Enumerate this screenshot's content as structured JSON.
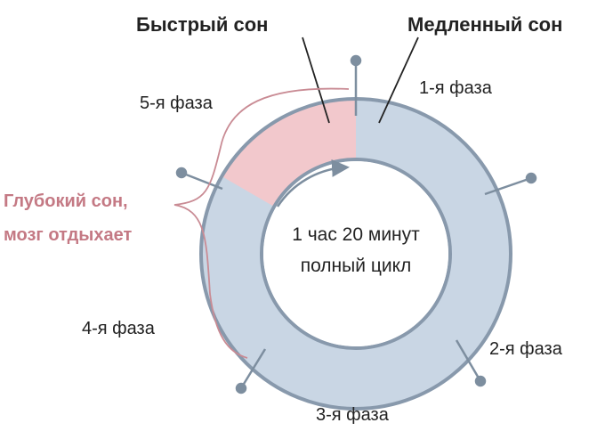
{
  "headers": {
    "rem": "Быстрый сон",
    "nrem": "Медленный сон"
  },
  "phases": {
    "p1": "1-я фаза",
    "p2": "2-я фаза",
    "p3": "3-я фаза",
    "p4": "4-я фаза",
    "p5": "5-я фаза"
  },
  "deep_sleep": {
    "line1": "Глубокий сон,",
    "line2": "мозг отдыхает"
  },
  "center": {
    "line1": "1 час 20 минут",
    "line2": "полный цикл"
  },
  "colors": {
    "ring": "#c9d6e4",
    "ring_border": "#8899ac",
    "rem_segment": "#f2c8cc",
    "deep_text": "#c47984",
    "brace": "#c98b94",
    "pin": "#7d8e9f",
    "text": "#222222"
  }
}
